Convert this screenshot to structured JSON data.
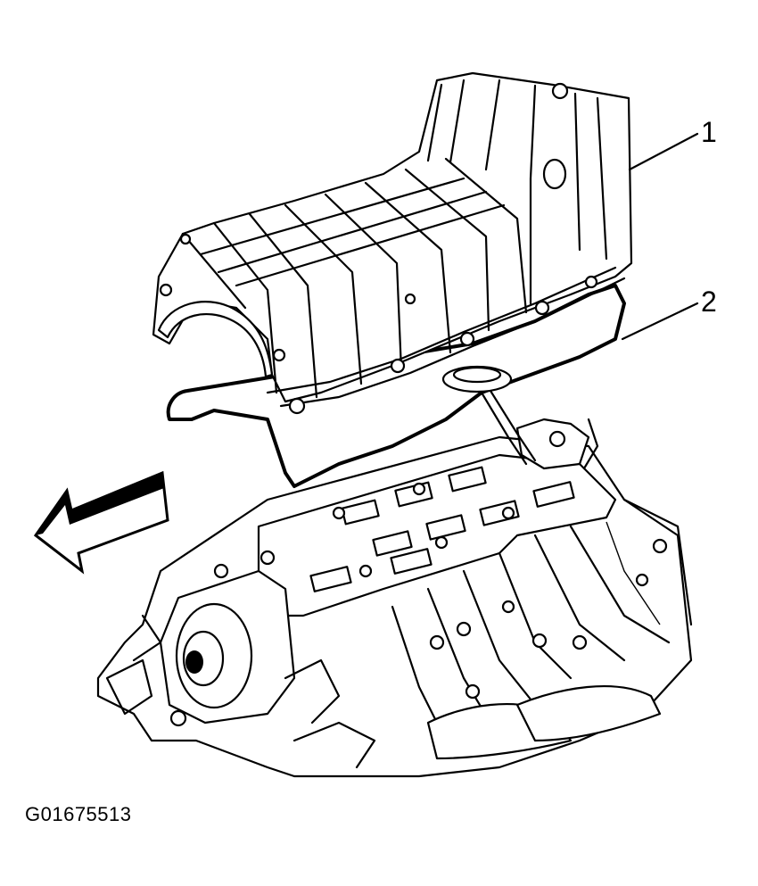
{
  "callouts": [
    {
      "number": "1"
    },
    {
      "number": "2"
    }
  ],
  "figure_id": "G01675513",
  "colors": {
    "ink": "#000000",
    "paper": "#ffffff"
  },
  "icons": {
    "direction_arrow": "arrow-left-icon"
  }
}
